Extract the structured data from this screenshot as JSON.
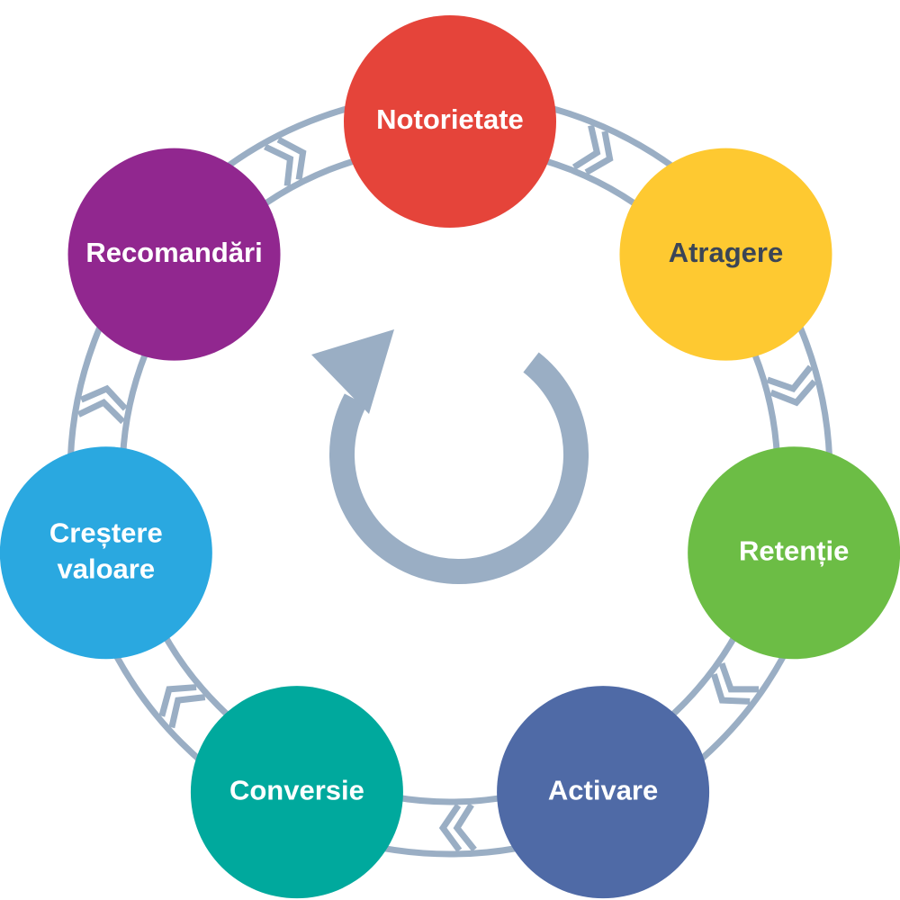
{
  "diagram": {
    "ring_color": "#9aaec4",
    "arrow_color": "#9aaec4",
    "center_icon": "cycle-arrow-icon",
    "stages": [
      {
        "id": "notorietate",
        "lines": [
          "Notorietate"
        ],
        "color": "#e5443a",
        "text_color": "#ffffff"
      },
      {
        "id": "atragere",
        "lines": [
          "Atragere"
        ],
        "color": "#fec931",
        "text_color": "#3b4556"
      },
      {
        "id": "retentie",
        "lines": [
          "Retenție"
        ],
        "color": "#6cbd45",
        "text_color": "#ffffff"
      },
      {
        "id": "activare",
        "lines": [
          "Activare"
        ],
        "color": "#4f6aa6",
        "text_color": "#ffffff"
      },
      {
        "id": "conversie",
        "lines": [
          "Conversie"
        ],
        "color": "#00a99d",
        "text_color": "#ffffff"
      },
      {
        "id": "crestere-valoare",
        "lines": [
          "Creștere",
          "valoare"
        ],
        "color": "#2aa8e0",
        "text_color": "#ffffff"
      },
      {
        "id": "recomandari",
        "lines": [
          "Recomandări"
        ],
        "color": "#91278f",
        "text_color": "#ffffff"
      }
    ]
  }
}
